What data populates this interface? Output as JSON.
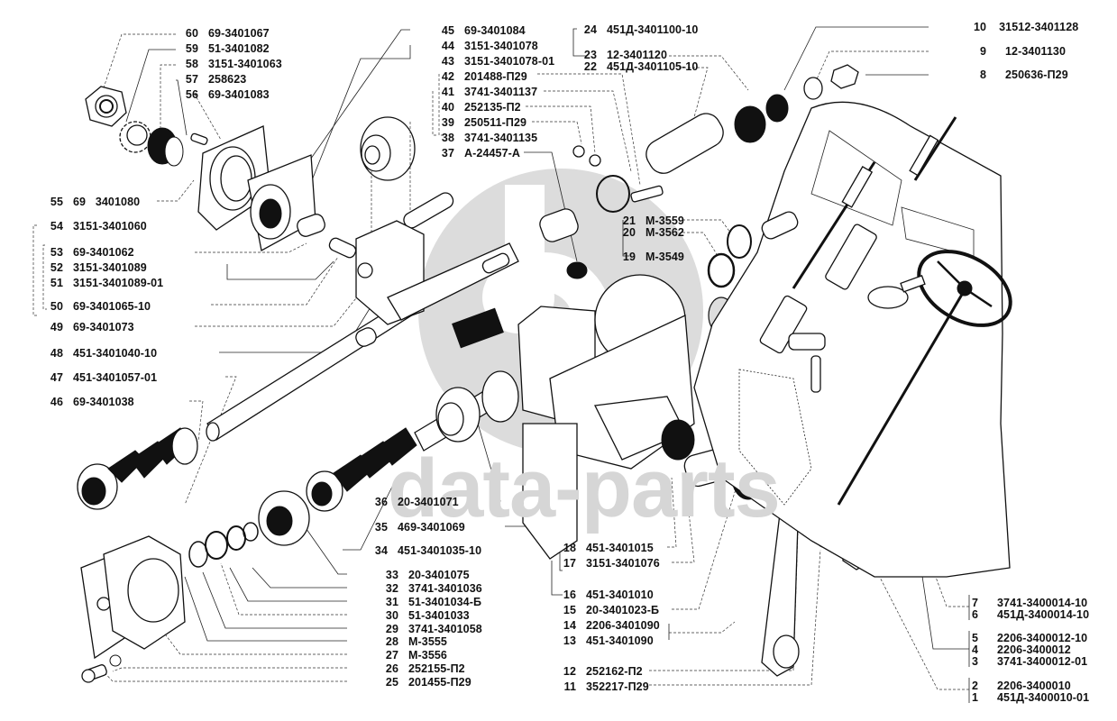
{
  "diagram": {
    "title": "Steering gear exploded parts diagram",
    "watermark": "data-parts",
    "colors": {
      "line": "#111111",
      "background": "#ffffff",
      "watermark": "#d6d6d6"
    }
  },
  "labels": [
    {
      "num": "60",
      "part": "69-3401067"
    },
    {
      "num": "59",
      "part": "51-3401082"
    },
    {
      "num": "58",
      "part": "3151-3401063"
    },
    {
      "num": "57",
      "part": "258623"
    },
    {
      "num": "56",
      "part": "69-3401083"
    },
    {
      "num": "55",
      "part": "69   3401080"
    },
    {
      "num": "54",
      "part": "3151-3401060"
    },
    {
      "num": "53",
      "part": "69-3401062"
    },
    {
      "num": "52",
      "part": "3151-3401089"
    },
    {
      "num": "51",
      "part": "3151-3401089-01"
    },
    {
      "num": "50",
      "part": "69-3401065-10"
    },
    {
      "num": "49",
      "part": "69-3401073"
    },
    {
      "num": "48",
      "part": "451-3401040-10"
    },
    {
      "num": "47",
      "part": "451-3401057-01"
    },
    {
      "num": "46",
      "part": "69-3401038"
    },
    {
      "num": "45",
      "part": "69-3401084"
    },
    {
      "num": "44",
      "part": "3151-3401078"
    },
    {
      "num": "43",
      "part": "3151-3401078-01"
    },
    {
      "num": "42",
      "part": "201488-П29"
    },
    {
      "num": "41",
      "part": "3741-3401137"
    },
    {
      "num": "40",
      "part": "252135-П2"
    },
    {
      "num": "39",
      "part": "250511-П29"
    },
    {
      "num": "38",
      "part": "3741-3401135"
    },
    {
      "num": "37",
      "part": "А-24457-А"
    },
    {
      "num": "36",
      "part": "20-3401071"
    },
    {
      "num": "35",
      "part": "469-3401069"
    },
    {
      "num": "34",
      "part": "451-3401035-10"
    },
    {
      "num": "33",
      "part": "20-3401075"
    },
    {
      "num": "32",
      "part": "3741-3401036"
    },
    {
      "num": "31",
      "part": "51-3401034-Б"
    },
    {
      "num": "30",
      "part": "51-3401033"
    },
    {
      "num": "29",
      "part": "3741-3401058"
    },
    {
      "num": "28",
      "part": "М-3555"
    },
    {
      "num": "27",
      "part": "М-3556"
    },
    {
      "num": "26",
      "part": "252155-П2"
    },
    {
      "num": "25",
      "part": "201455-П29"
    },
    {
      "num": "24",
      "part": "451Д-3401100-10"
    },
    {
      "num": "23",
      "part": "12-3401120"
    },
    {
      "num": "22",
      "part": "451Д-3401105-10"
    },
    {
      "num": "21",
      "part": "М-3559"
    },
    {
      "num": "20",
      "part": "М-3562"
    },
    {
      "num": "19",
      "part": "М-3549"
    },
    {
      "num": "18",
      "part": "451-3401015"
    },
    {
      "num": "17",
      "part": "3151-3401076"
    },
    {
      "num": "16",
      "part": "451-3401010"
    },
    {
      "num": "15",
      "part": "20-3401023-Б"
    },
    {
      "num": "14",
      "part": "2206-3401090"
    },
    {
      "num": "13",
      "part": "451-3401090"
    },
    {
      "num": "12",
      "part": "252162-П2"
    },
    {
      "num": "11",
      "part": "352217-П29"
    },
    {
      "num": "10",
      "part": "31512-3401128"
    },
    {
      "num": "9",
      "part": "12-3401130"
    },
    {
      "num": "8",
      "part": "250636-П29"
    },
    {
      "num": "7",
      "part": "3741-3400014-10"
    },
    {
      "num": "6",
      "part": "451Д-3400014-10"
    },
    {
      "num": "5",
      "part": "2206-3400012-10"
    },
    {
      "num": "4",
      "part": "2206-3400012"
    },
    {
      "num": "3",
      "part": "3741-3400012-01"
    },
    {
      "num": "2",
      "part": "2206-3400010"
    },
    {
      "num": "1",
      "part": "451Д-3400010-01"
    }
  ]
}
